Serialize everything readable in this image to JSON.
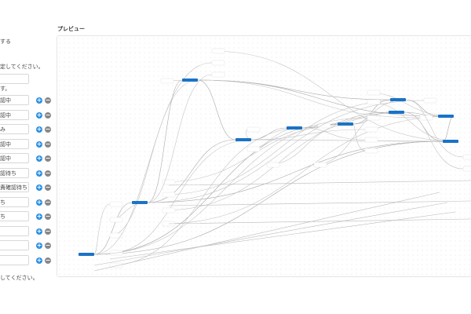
{
  "left_panel": {
    "line1": "する",
    "line2": "定してください。",
    "line3": "す。",
    "footer": "してください。",
    "first_input": "",
    "rows": [
      {
        "value": "認中"
      },
      {
        "value": "認中"
      },
      {
        "value": "み"
      },
      {
        "value": "認中"
      },
      {
        "value": "認中"
      },
      {
        "value": "認待ち"
      },
      {
        "value": "責確認待ち"
      },
      {
        "value": "ち"
      },
      {
        "value": "ち"
      },
      {
        "value": ""
      },
      {
        "value": ""
      },
      {
        "value": ""
      }
    ],
    "add_icon": "plus-circle-icon",
    "remove_icon": "minus-circle-icon"
  },
  "preview": {
    "title": "プレビュー",
    "accent": "#1a73c6"
  }
}
